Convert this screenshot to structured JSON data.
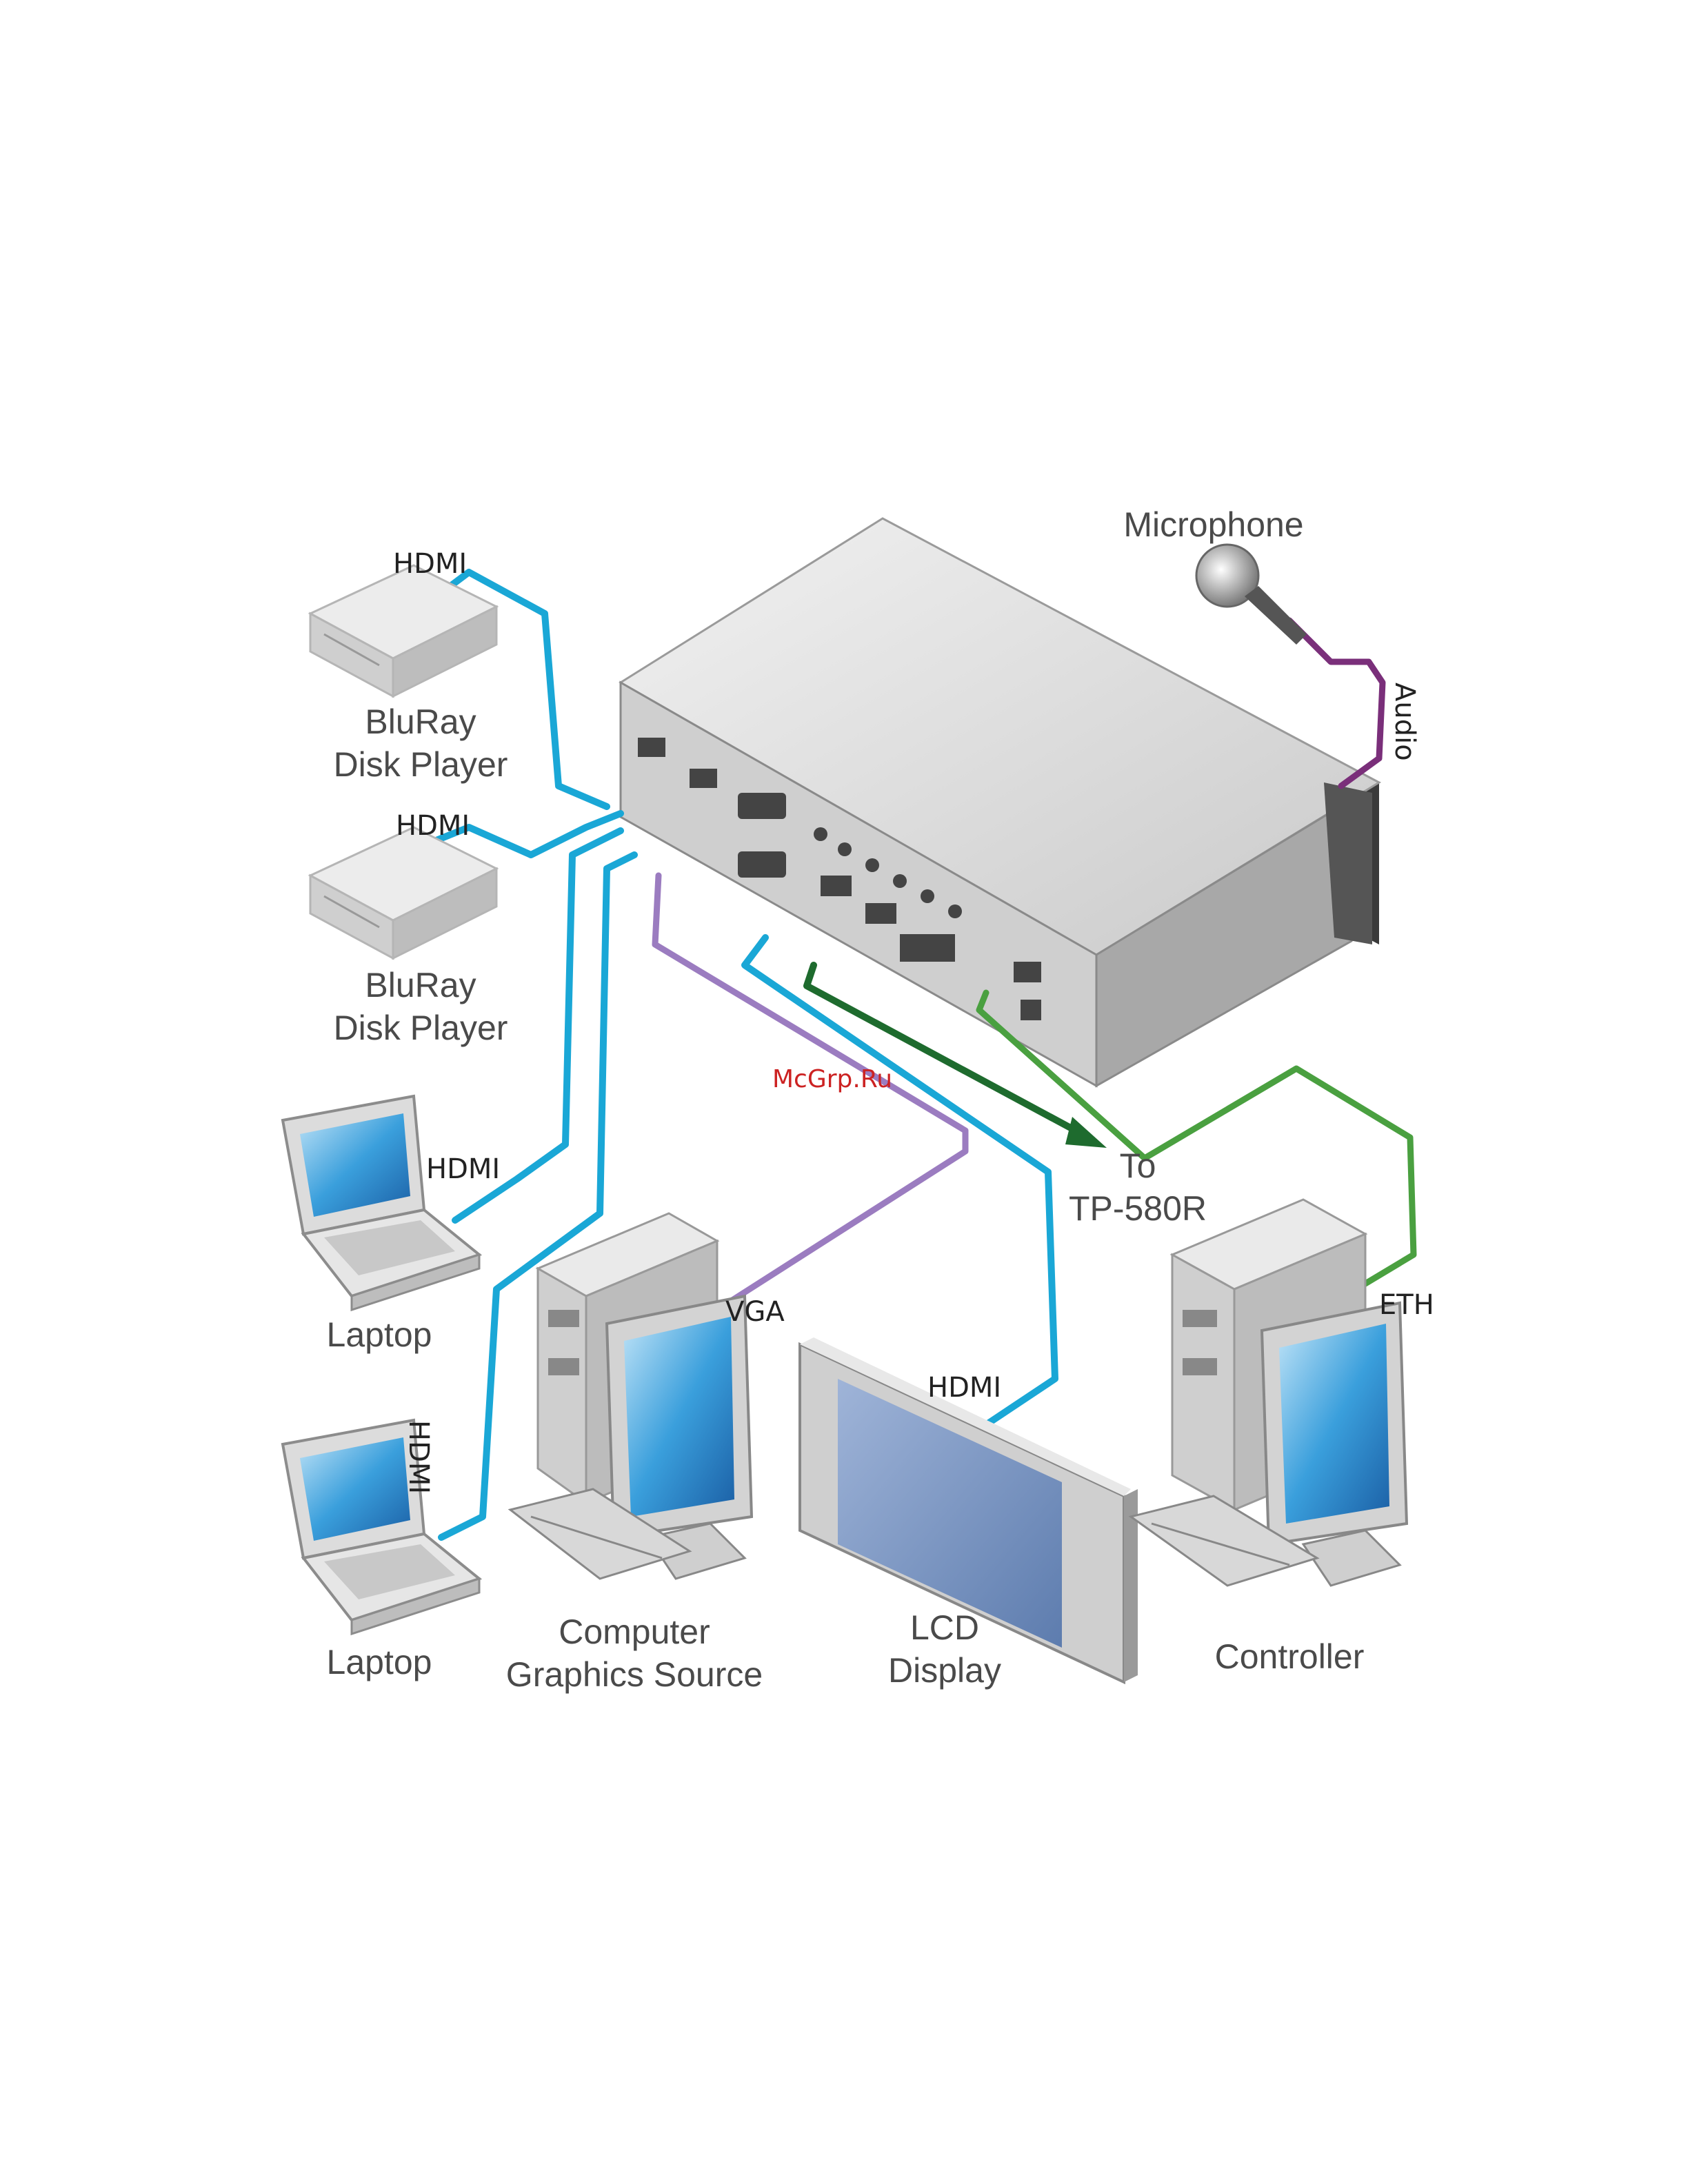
{
  "devices": {
    "bluray1": {
      "line1": "BluRay",
      "line2": "Disk Player"
    },
    "bluray2": {
      "line1": "BluRay",
      "line2": "Disk Player"
    },
    "laptop1": "Laptop",
    "laptop2": "Laptop",
    "computer": {
      "line1": "Computer",
      "line2": "Graphics Source"
    },
    "lcd": {
      "line1": "LCD",
      "line2": "Display"
    },
    "controller": "Controller",
    "microphone": "Microphone",
    "target": {
      "line1": "To",
      "line2": "TP-580R"
    }
  },
  "connections": {
    "hdmi_bluray1": "HDMI",
    "hdmi_bluray2": "HDMI",
    "hdmi_laptop1": "HDMI",
    "hdmi_laptop2": "HDMI",
    "vga_computer": "VGA",
    "hdmi_lcd": "HDMI",
    "eth_controller": "ETH",
    "audio_mic": "Audio"
  },
  "watermark": "McGrp.Ru",
  "colors": {
    "hdmi": "#1aa7d6",
    "vga": "#9b7cc0",
    "audio": "#7a2f7a",
    "eth": "#4aa040",
    "output": "#1e6b2e",
    "device_gray": "#d9d9d9"
  }
}
